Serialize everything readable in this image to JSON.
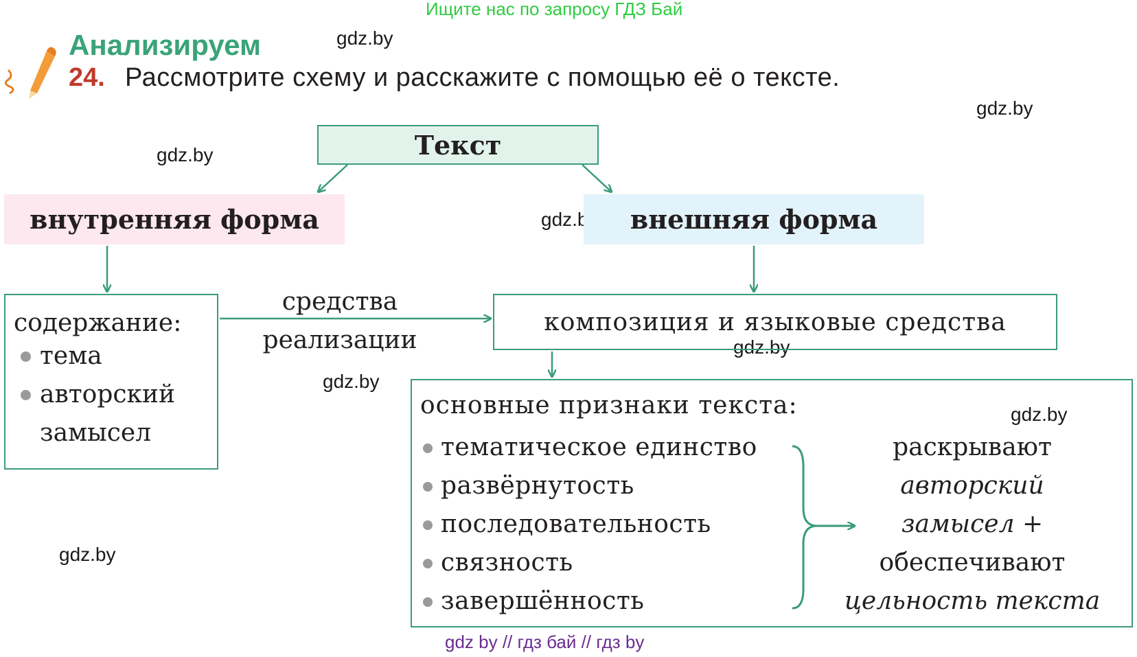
{
  "banner": "Ищите нас по запросу ГДЗ Бай",
  "section_title": "Анализируем",
  "task": {
    "number": "24.",
    "text": "Рассмотрите схему и расскажите с помощью её о тексте."
  },
  "watermarks": [
    "gdz.by",
    "gdz.by",
    "gdz.by",
    "gdz.by",
    "gdz.by",
    "gdz.by",
    "gdz.by",
    "gdz.by"
  ],
  "diagram": {
    "root": "Текст",
    "inner_form": "внутренняя форма",
    "outer_form": "внешняя форма",
    "content": {
      "heading": "содержание:",
      "items": [
        "тема",
        "авторский",
        "замысел"
      ]
    },
    "means": [
      "средства",
      "реализации"
    ],
    "composition": "композиция и языковые средства",
    "signs": {
      "heading": "основные признаки текста:",
      "items": [
        "тематическое единство",
        "развёрнутость",
        "последовательность",
        "связность",
        "завершённость"
      ]
    },
    "result": {
      "line1": "раскрывают",
      "line2": "авторский",
      "line3": "замысел +",
      "line4": "обеспечивают",
      "line5": "цельность текста"
    }
  },
  "footer": "gdz by  //  гдз бай  //  гдз by",
  "colors": {
    "accent_green": "#3aa37a",
    "banner_green": "#2ecc40",
    "task_number_red": "#c0392b",
    "footer_purple": "#6a2c91",
    "inner_form_bg": "#fce8ee",
    "outer_form_bg": "#e3f3fb",
    "root_bg": "#e2f3ec"
  },
  "icons": {
    "logo": "pencil-icon"
  }
}
